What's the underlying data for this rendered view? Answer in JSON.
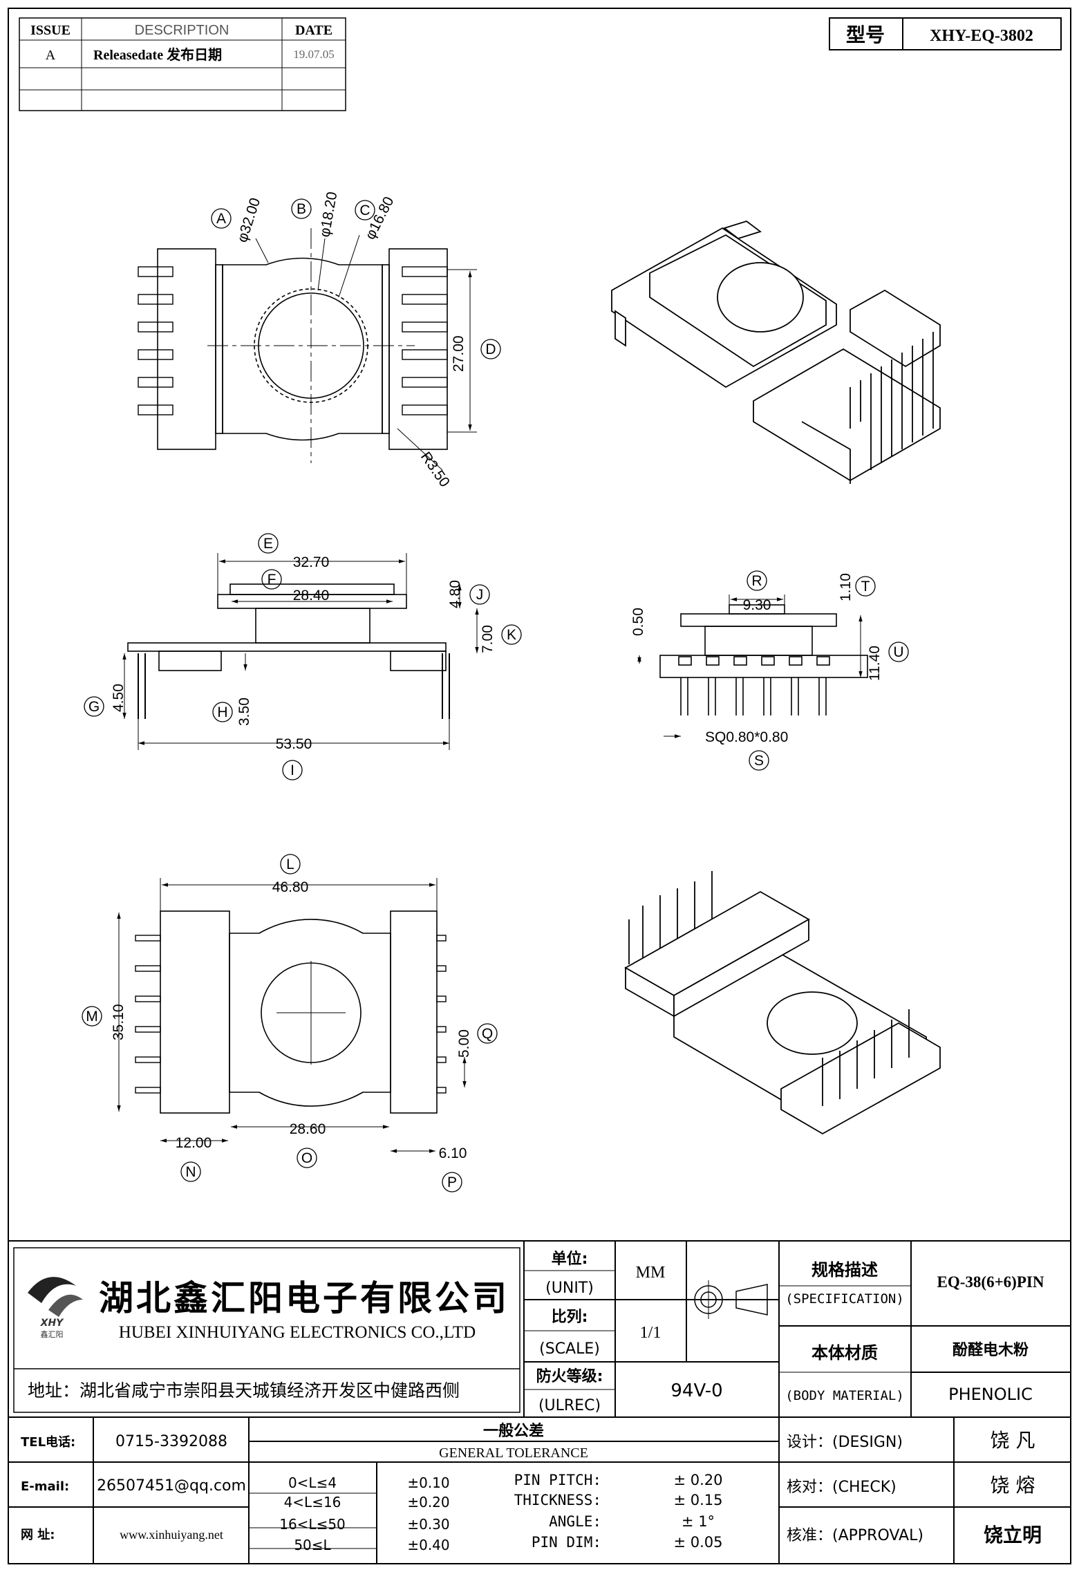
{
  "revision_table": {
    "headers": {
      "issue": "ISSUE",
      "description": "DESCRIPTION",
      "date": "DATE"
    },
    "rows": [
      {
        "issue": "A",
        "description": "Releasedate 发布日期",
        "date": "19.07.05"
      }
    ]
  },
  "model": {
    "label": "型号",
    "value": "XHY-EQ-3802"
  },
  "top_view": {
    "callouts": [
      "A",
      "B",
      "C",
      "D"
    ],
    "dims": {
      "a": "φ32.00",
      "b": "φ18.20",
      "c": "φ16.80",
      "d": "27.00",
      "r": "R3.50"
    }
  },
  "front_view": {
    "callouts": [
      "E",
      "F",
      "G",
      "H",
      "I",
      "J",
      "K"
    ],
    "dims": {
      "e": "32.70",
      "f": "28.40",
      "g": "4.50",
      "h": "3.50",
      "i": "53.50",
      "j": "4.80",
      "k": "7.00"
    }
  },
  "side_view": {
    "callouts": [
      "R",
      "S",
      "T",
      "U"
    ],
    "dims": {
      "r": "9.30",
      "s": "SQ0.80*0.80",
      "t": "1.10",
      "u": "11.40",
      "v": "0.50"
    }
  },
  "bottom_view": {
    "callouts": [
      "L",
      "M",
      "N",
      "O",
      "P",
      "Q"
    ],
    "dims": {
      "l": "46.80",
      "m": "35.10",
      "n": "12.00",
      "o": "28.60",
      "p": "6.10",
      "q": "5.00"
    }
  },
  "company": {
    "name_cn": "湖北鑫汇阳电子有限公司",
    "name_en": "HUBEI XINHUIYANG ELECTRONICS CO.,LTD",
    "logo_text": "XHY",
    "logo_sub": "鑫汇阳",
    "address": "地址：湖北省咸宁市崇阳县天城镇经济开发区中健路西侧"
  },
  "title_block": {
    "unit_cn": "单位:",
    "unit_en": "(UNIT)",
    "unit_value": "MM",
    "scale_cn": "比列:",
    "scale_en": "(SCALE)",
    "scale_value": "1/1",
    "ulrec_cn": "防火等级:",
    "ulrec_en": "(ULREC)",
    "ulrec_value": "94V-0",
    "spec_cn": "规格描述",
    "spec_en": "(SPECIFICATION)",
    "spec_value": "EQ-38(6+6)PIN",
    "material_cn": "本体材质",
    "material_en": "(BODY MATERIAL)",
    "material_value_cn": "酚醛电木粉",
    "material_value_en": "PHENOLIC",
    "design_label": "设计：(DESIGN)",
    "design_value": "饶 凡",
    "check_label": "核对：(CHECK)",
    "check_value": "饶 熔",
    "approval_label": "核准：(APPROVAL)",
    "approval_value": "饶立明"
  },
  "contact": {
    "tel_label": "TEL电话:",
    "tel": "0715-3392088",
    "email_label": "E-mail:",
    "email": "26507451@qq.com",
    "web_label": "网  址:",
    "web": "www.xinhuiyang.net"
  },
  "tolerance": {
    "title_cn": "一般公差",
    "title_en": "GENERAL TOLERANCE",
    "ranges": [
      {
        "range": "0<L≤4",
        "tol": "±0.10"
      },
      {
        "range": "4<L≤16",
        "tol": "±0.20"
      },
      {
        "range": "16<L≤50",
        "tol": "±0.30"
      },
      {
        "range": "50≤L",
        "tol": "±0.40"
      }
    ],
    "items": [
      {
        "label": "PIN PITCH:",
        "value": "± 0.20"
      },
      {
        "label": "THICKNESS:",
        "value": "± 0.15"
      },
      {
        "label": "ANGLE:",
        "value": "± 1°"
      },
      {
        "label": "PIN DIM:",
        "value": "± 0.05"
      }
    ]
  }
}
